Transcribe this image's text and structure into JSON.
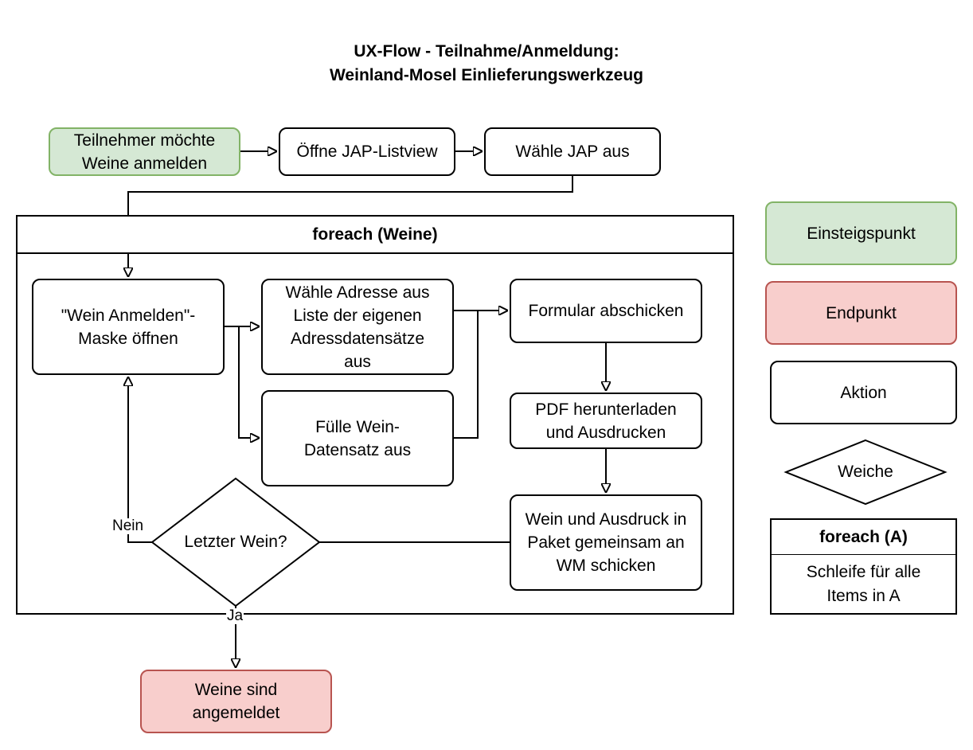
{
  "title": "UX-Flow - Teilnahme/Anmeldung:\nWeinland-Mosel Einlieferungswerkzeug",
  "nodes": {
    "start": "Teilnehmer möchte\nWeine anmelden",
    "open_listview": "Öffne JAP-Listview",
    "choose_jap": "Wähle JAP aus",
    "open_mask": "\"Wein Anmelden\"-\nMaske öffnen",
    "choose_address": "Wähle Adresse aus\nListe der eigenen\nAdressdatensätze\naus",
    "fill_dataset": "Fülle Wein-\nDatensatz aus",
    "submit_form": "Formular abschicken",
    "download_pdf": "PDF herunterladen\nund Ausdrucken",
    "send_package": "Wein und Ausdruck in\nPaket gemeinsam an\nWM schicken",
    "last_wine": "Letzter Wein?",
    "done": "Weine sind\nangemeldet"
  },
  "loop_title": "foreach (Weine)",
  "edge_labels": {
    "no": "Nein",
    "yes": "Ja"
  },
  "legend": {
    "entry": "Einsteigspunkt",
    "end": "Endpunkt",
    "action": "Aktion",
    "decision": "Weiche",
    "loop_title": "foreach (A)",
    "loop_desc": "Schleife für alle\nItems in A"
  },
  "colors": {
    "entry_fill": "#d5e8d4",
    "entry_stroke": "#82b366",
    "end_fill": "#f8cecc",
    "end_stroke": "#b85450"
  }
}
